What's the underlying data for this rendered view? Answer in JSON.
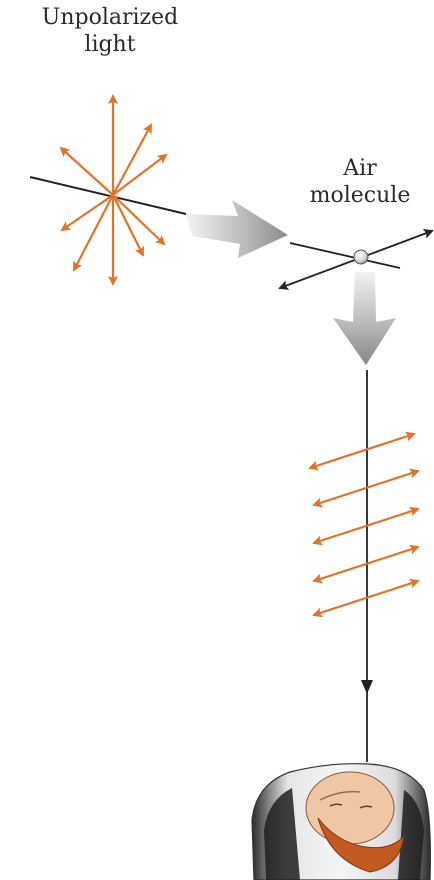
{
  "labels": {
    "unpolarized_line1": "Unpolarized",
    "unpolarized_line2": "light",
    "air_line1": "Air",
    "air_line2": "molecule"
  },
  "colors": {
    "arrow_orange": "#e07328",
    "line": "#222222",
    "gray_arrow": "#9a9a9a"
  }
}
